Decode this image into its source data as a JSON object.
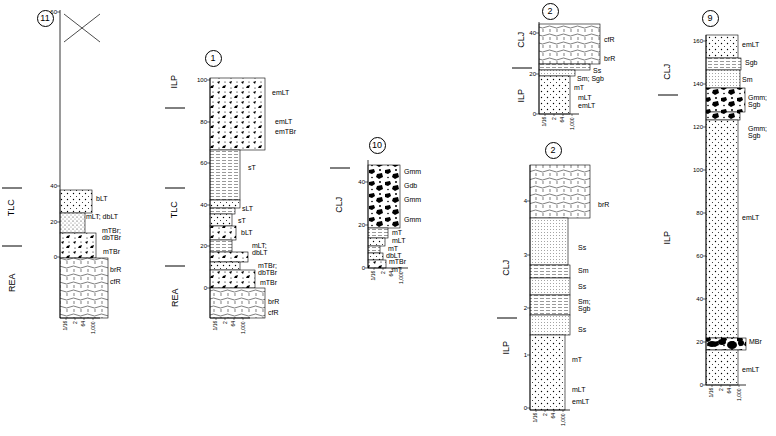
{
  "diagram": {
    "nodes": [
      {
        "text": [
          "11"
        ]
      },
      {
        "text": [
          "1"
        ]
      },
      {
        "text": [
          "10"
        ]
      },
      {
        "text": [
          "2"
        ]
      },
      {
        "text": [
          "2"
        ]
      },
      {
        "text": [
          "9"
        ]
      }
    ],
    "labels": [
      "60",
      "40",
      "20",
      "0",
      "bLT",
      "mLT; dbLT",
      "mTBr; dbTBr",
      "mTBr",
      "brR",
      "cfR",
      "TLC",
      "REA",
      "1/16",
      "2",
      "64",
      "1,000",
      "100",
      "80",
      "60",
      "40",
      "20",
      "0",
      "emLT",
      "emLT",
      "emTBr",
      "sT",
      "sLT",
      "sT",
      "bLT",
      "mLT; dbLT",
      "mTBr; dbTBr",
      "mTBr",
      "brR",
      "cfR",
      "ILP",
      "TLC",
      "REA",
      "1/16",
      "2",
      "64",
      "1,000",
      "40",
      "20",
      "0",
      "Gmm",
      "Gdb",
      "Gmm",
      "Gmm",
      "mT",
      "mLT",
      "mT",
      "dbLT",
      "mTBr",
      "mT",
      "CLJ",
      "1/16",
      "2",
      "64",
      "1,000",
      "40",
      "20",
      "0",
      "cfR",
      "brR",
      "Ss",
      "Sm; Sgb",
      "mT",
      "mLT",
      "emLT",
      "CLJ",
      "ILP",
      "1/16",
      "2",
      "64",
      "1,000",
      "4",
      "3",
      "2",
      "1",
      "0",
      "brR",
      "Ss",
      "Sm",
      "Ss",
      "Sm; Sgb",
      "Ss",
      "mT",
      "mLT",
      "emLT",
      "CLJ",
      "ILP",
      "1/16",
      "2",
      "64",
      "1,000",
      "160",
      "140",
      "120",
      "100",
      "80",
      "60",
      "40",
      "20",
      "0",
      "emLT",
      "Sgb",
      "Sm",
      "Gmm; Sgb",
      "Gmm; Sgb",
      "emLT",
      "MBr",
      "emLT",
      "CLJ",
      "ILP",
      "1/16",
      "2",
      "64",
      "1,000"
    ]
  }
}
